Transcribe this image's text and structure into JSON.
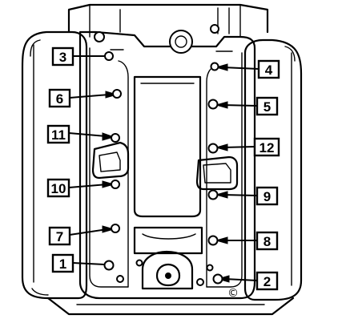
{
  "diagram": {
    "bolt_labels": {
      "b1": "1",
      "b2": "2",
      "b3": "3",
      "b4": "4",
      "b5": "5",
      "b6": "6",
      "b7": "7",
      "b8": "8",
      "b9": "9",
      "b10": "10",
      "b11": "11",
      "b12": "12"
    },
    "copyright_mark": "©"
  }
}
